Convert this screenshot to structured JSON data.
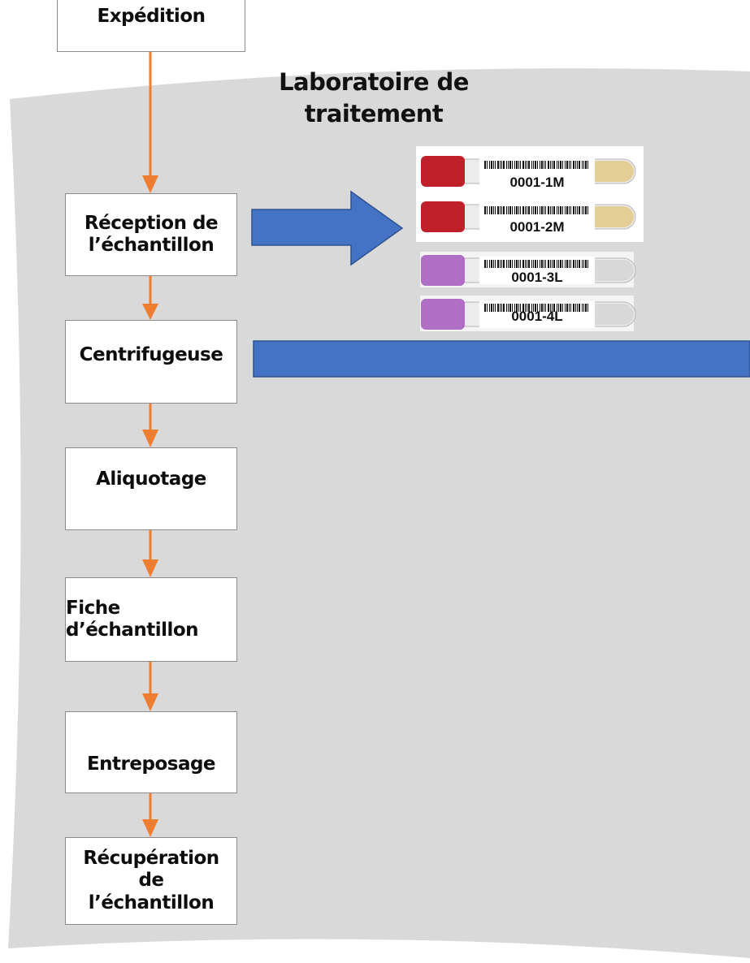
{
  "lab_title": "Laboratoire de\ntraitement",
  "steps": {
    "expedition": "Expédition",
    "reception": "Réception de\nl’échantillon",
    "centrifugeuse": "Centrifugeuse",
    "aliquotage": "Aliquotage",
    "fiche": "Fiche\nd’échantillon",
    "entreposage": "Entreposage",
    "recuperation": "Récupération\nde\nl’échantillon"
  },
  "tubes": [
    {
      "label": "0001-1M",
      "cap_color": "#c0202a",
      "fluid_color": "#e3cf96"
    },
    {
      "label": "0001-2M",
      "cap_color": "#c0202a",
      "fluid_color": "#e3cf96"
    },
    {
      "label": "0001-3L",
      "cap_color": "#b06ec4",
      "fluid_color": "#d8d8d8"
    },
    {
      "label": "0001-4L",
      "cap_color": "#b06ec4",
      "fluid_color": "#d8d8d8"
    }
  ],
  "colors": {
    "panel": "#d9d9d9",
    "flow_arrow": "#ed7d31",
    "block_arrow": "#4472c4"
  }
}
